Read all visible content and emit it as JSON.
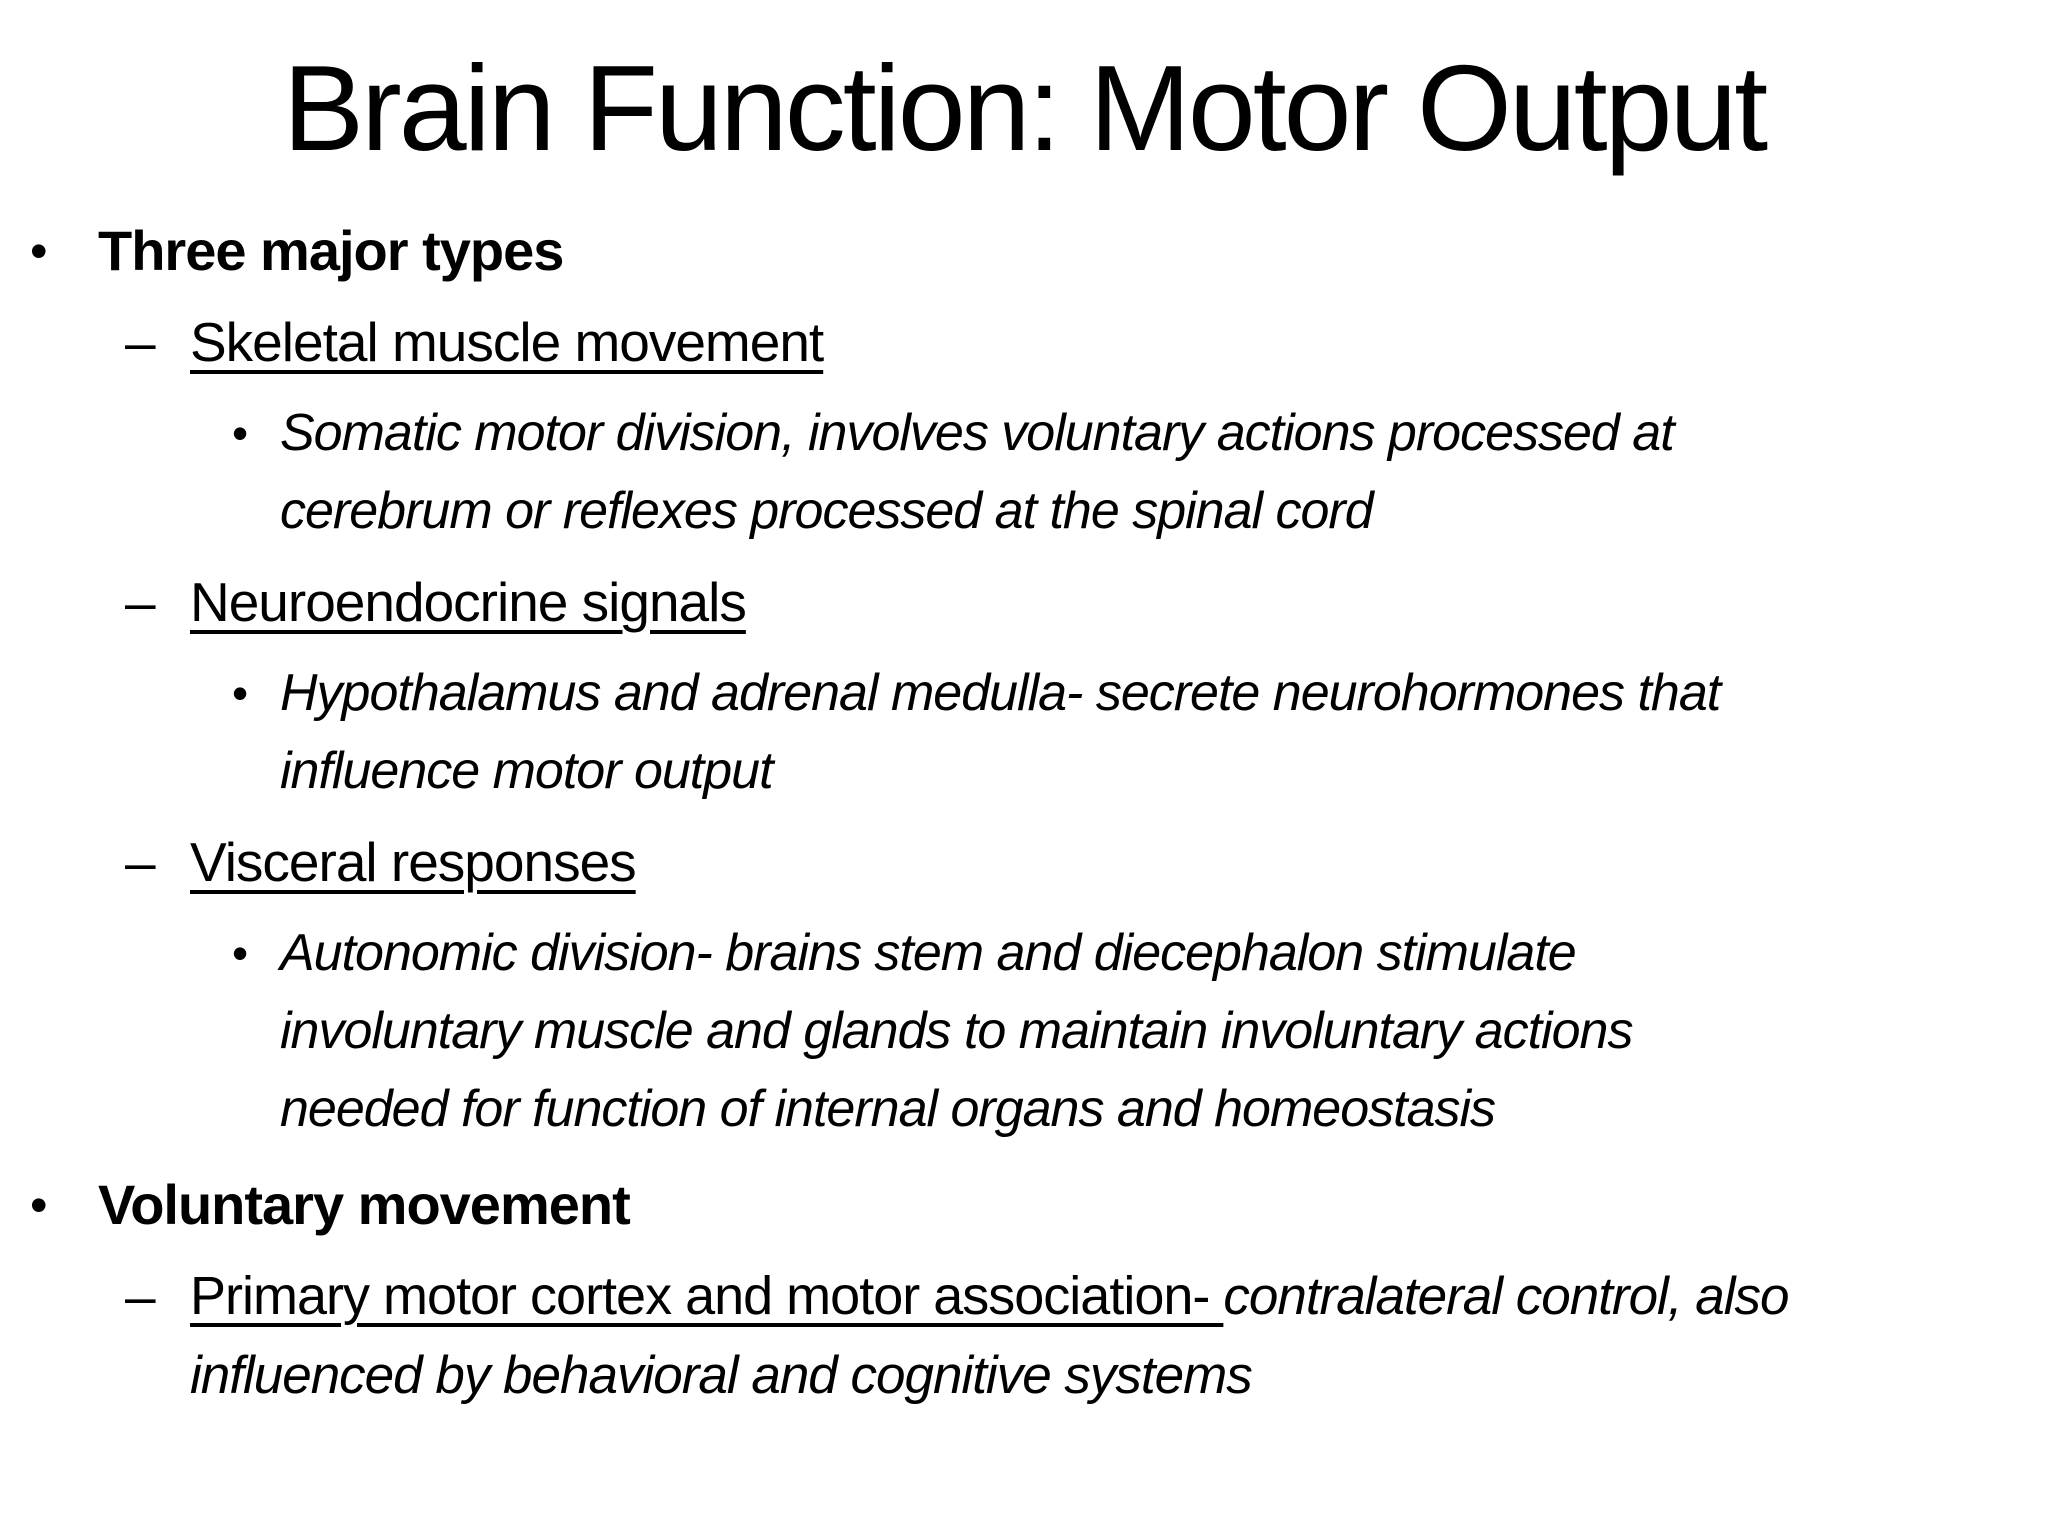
{
  "slide": {
    "title": "Brain Function: Motor Output",
    "colors": {
      "background": "#ffffff",
      "text": "#000000"
    },
    "markers": {
      "level1": "•",
      "level2": "–",
      "level3": "•"
    },
    "items": [
      {
        "level": 1,
        "style": "bold",
        "lines": [
          "Three major types"
        ]
      },
      {
        "level": 2,
        "style": "underline",
        "lines": [
          "Skeletal muscle movement"
        ]
      },
      {
        "level": 3,
        "style": "italic",
        "lines": [
          "Somatic motor division, involves voluntary actions processed at",
          "cerebrum or reflexes processed at the spinal cord"
        ]
      },
      {
        "level": 2,
        "style": "underline",
        "lines": [
          "Neuroendocrine signals"
        ]
      },
      {
        "level": 3,
        "style": "italic",
        "lines": [
          "Hypothalamus and adrenal medulla- secrete neurohormones that",
          "influence motor output"
        ]
      },
      {
        "level": 2,
        "style": "underline",
        "lines": [
          "Visceral responses"
        ]
      },
      {
        "level": 3,
        "style": "italic",
        "lines": [
          "Autonomic division- brains stem and diecephalon stimulate",
          "involuntary muscle and glands to maintain involuntary actions",
          "needed for function of internal organs and homeostasis"
        ]
      },
      {
        "level": 1,
        "style": "bold",
        "lines": [
          "Voluntary movement"
        ]
      },
      {
        "level": 2,
        "style": "mixed",
        "underlined_text": "Primary motor cortex and motor association- ",
        "italic_line1": "contralateral control, also",
        "italic_line2": "influenced by behavioral and cognitive systems"
      }
    ]
  }
}
